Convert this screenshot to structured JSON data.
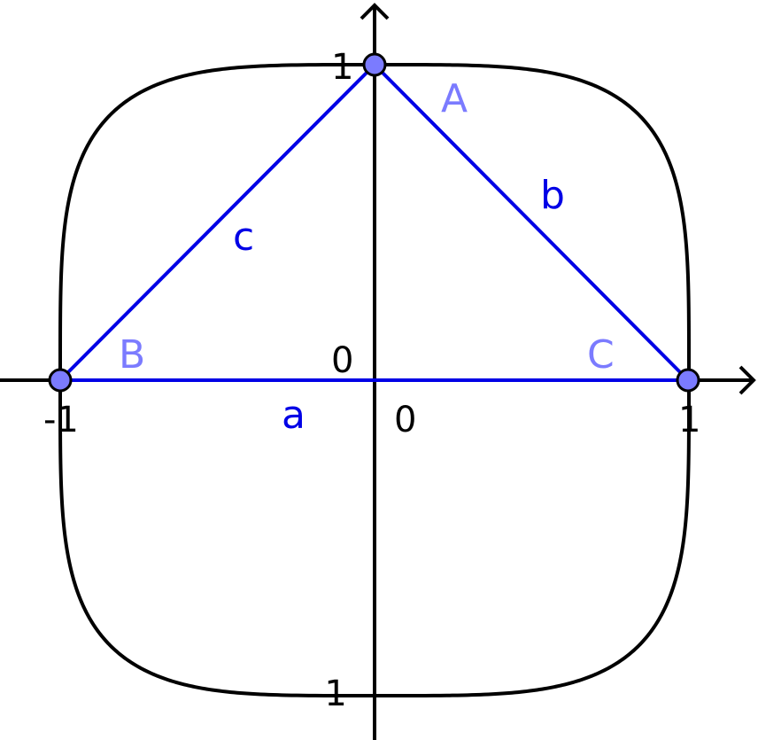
{
  "axes": {
    "x_ticks": {
      "neg": "-1",
      "pos": "1",
      "origin": "0"
    },
    "y_ticks": {
      "neg": "-1",
      "pos": "1",
      "origin": "0"
    }
  },
  "triangle": {
    "vertices": {
      "A": "A",
      "B": "B",
      "C": "C"
    },
    "sides": {
      "a": "a",
      "b": "b",
      "c": "c"
    }
  },
  "colors": {
    "axis": "#000000",
    "curve": "#000000",
    "triangle_edge": "#0000e6",
    "side_label": "#0000e6",
    "vertex_label": "#7b7bff",
    "point_fill": "#7b7bff",
    "point_stroke": "#000000"
  }
}
